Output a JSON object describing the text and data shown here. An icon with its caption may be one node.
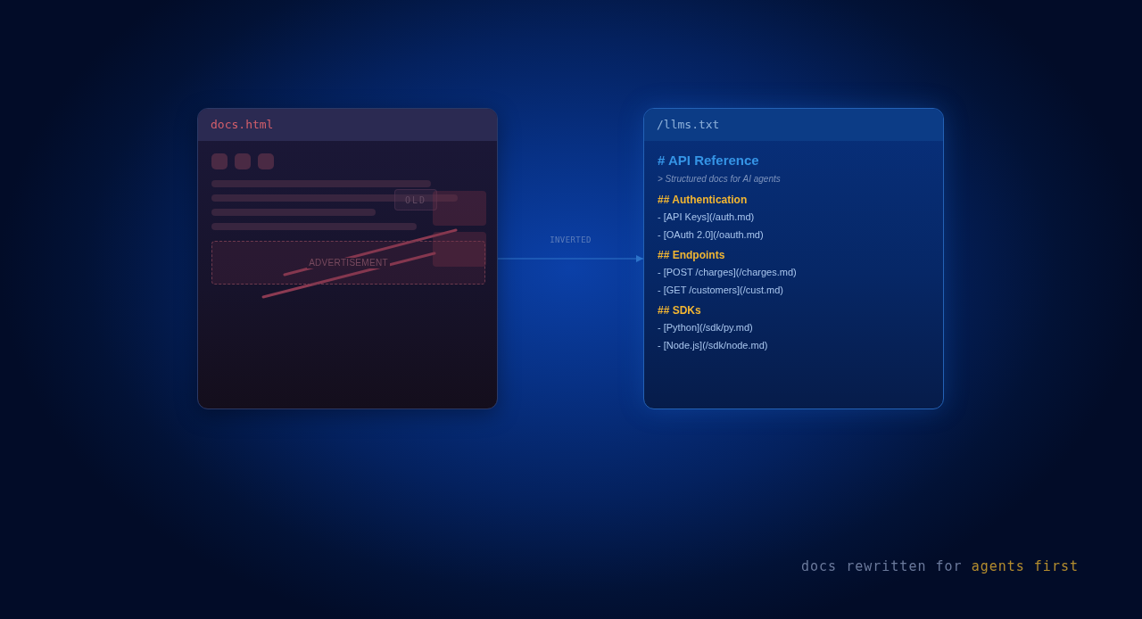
{
  "diagram": {
    "nodes": [
      {
        "text": [
          "docs.html"
        ]
      },
      {
        "text": [
          "OLD"
        ],
        "in": 0
      },
      {
        "text": [
          "ADVERTISEMENT"
        ],
        "in": 0
      },
      {
        "text": [
          "/llms.txt",
          "# API Reference",
          "> Structured docs for AI agents",
          "## Authentication",
          "- [API Keys](/auth.md)",
          "- [OAuth 2.0](/oauth.md)",
          "## Endpoints",
          "- [POST /charges](/charges.md)",
          "- [GET /customers](/cust.md)",
          "## SDKs",
          "- [Python](/sdk/py.md)",
          "- [Node.js](/sdk/node.md)"
        ]
      }
    ],
    "edges": [
      {
        "from": 0,
        "to": 3,
        "arrow": "to",
        "label": "INVERTED"
      }
    ],
    "labels": [
      "docs rewritten for **agents first**"
    ]
  }
}
